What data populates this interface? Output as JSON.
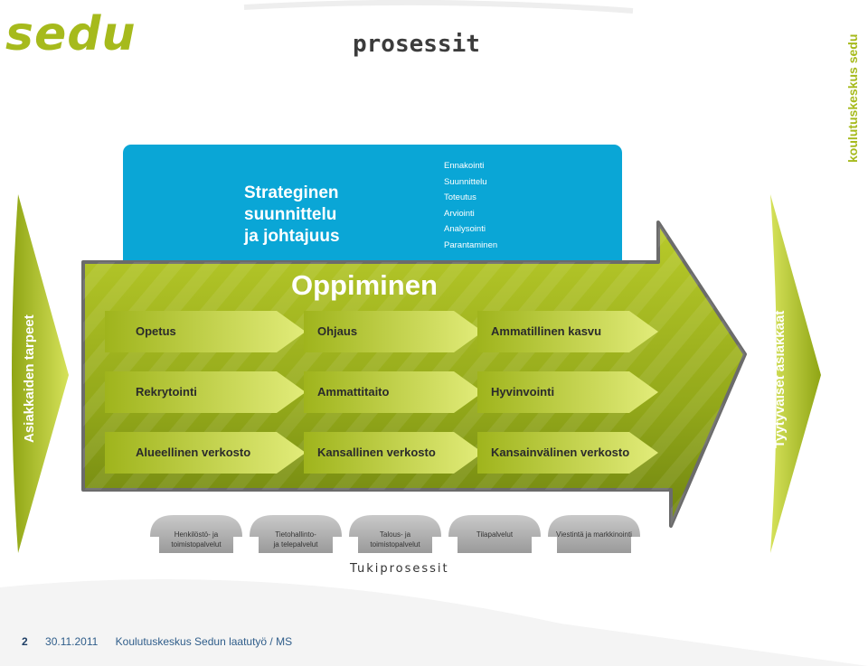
{
  "brand": {
    "logo": "sedu",
    "vertical_part1": "koulutuskeskus",
    "vertical_part2": "sedu",
    "color_green": "#a6ba1c",
    "color_blue": "#0aa6d6"
  },
  "page": {
    "title": "prosessit"
  },
  "strategy": {
    "title_line1": "Strateginen suunnittelu",
    "title_line2": "ja johtajuus",
    "items": [
      "Ennakointi",
      "Suunnittelu",
      "Toteutus",
      "Arviointi",
      "Analysointi",
      "Parantaminen"
    ]
  },
  "main": {
    "title": "Oppiminen"
  },
  "rows": [
    [
      "Opetus",
      "Ohjaus",
      "Ammatillinen kasvu"
    ],
    [
      "Rekrytointi",
      "Ammattitaito",
      "Hyvinvointi"
    ],
    [
      "Alueellinen verkosto",
      "Kansallinen verkosto",
      "Kansainvälinen verkosto"
    ]
  ],
  "left_side": "Asiakkaiden tarpeet",
  "right_side": "Tyytyväiset asiakkaat",
  "support": {
    "items": [
      [
        "Henkilöstö- ja",
        "toimistopalvelut"
      ],
      [
        "Tietohallinto-",
        "ja telepalvelut"
      ],
      [
        "Talous- ja",
        "toimistopalvelut"
      ],
      [
        "Tilapalvelut",
        ""
      ],
      [
        "Viestintä ja markkinointi",
        ""
      ]
    ],
    "title": "Tukiprosessit"
  },
  "footer": {
    "page_number": "2",
    "date": "30.11.2011",
    "text": "Koulutuskeskus Sedun laatutyö / MS"
  }
}
